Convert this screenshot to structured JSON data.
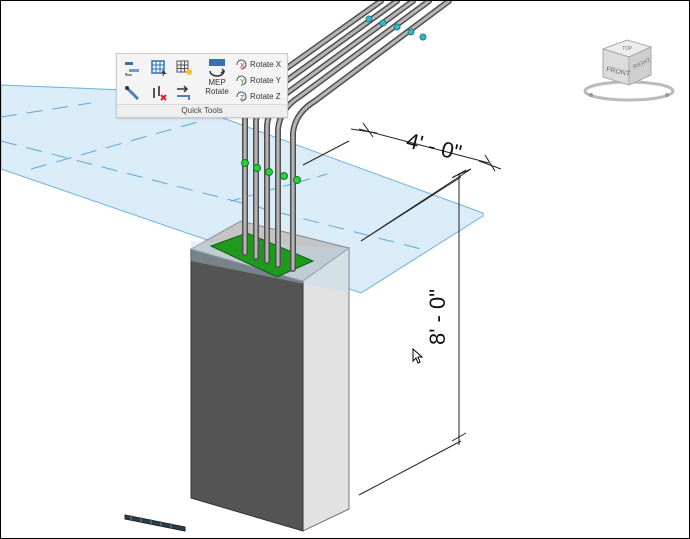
{
  "quick_tools": {
    "panel_title": "Quick Tools",
    "mep_rotate_line1": "MEP",
    "mep_rotate_line2": "Rotate",
    "rotate_x": "Rotate X",
    "rotate_y": "Rotate Y",
    "rotate_z": "Rotate Z"
  },
  "viewcube": {
    "face_front": "FRONT",
    "face_right": "RIGHT",
    "face_top": "TOP"
  },
  "dimensions": {
    "width_label": "4' - 0\"",
    "height_label": "8' - 0\""
  },
  "colors": {
    "plane_fill": "#cfe6f5",
    "plane_edge": "#5aa3d6",
    "plate_green": "#1f9a1f",
    "column_dark": "#555555",
    "column_light": "#d8d8d8",
    "column_top": "#bfbfbf",
    "pipe_color": "#8a8a8a",
    "connector_green": "#2ecc40",
    "connector_cyan": "#38b6c4"
  }
}
